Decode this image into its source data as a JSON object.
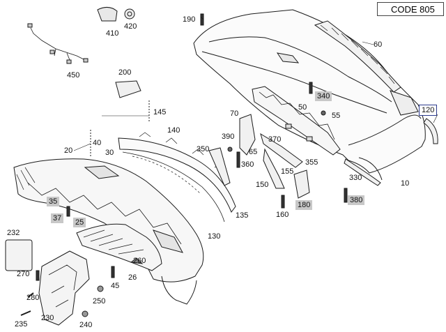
{
  "code_label": "CODE 805",
  "callouts": [
    {
      "id": "410",
      "text": "410"
    },
    {
      "id": "420",
      "text": "420"
    },
    {
      "id": "190",
      "text": "190"
    },
    {
      "id": "60",
      "text": "60"
    },
    {
      "id": "450",
      "text": "450"
    },
    {
      "id": "200",
      "text": "200"
    },
    {
      "id": "340",
      "text": "340",
      "highlight": true
    },
    {
      "id": "50",
      "text": "50"
    },
    {
      "id": "55",
      "text": "55"
    },
    {
      "id": "120",
      "text": "120",
      "boxed": true
    },
    {
      "id": "145",
      "text": "145"
    },
    {
      "id": "70",
      "text": "70"
    },
    {
      "id": "140",
      "text": "140"
    },
    {
      "id": "40",
      "text": "40"
    },
    {
      "id": "390",
      "text": "390"
    },
    {
      "id": "65",
      "text": "65"
    },
    {
      "id": "370",
      "text": "370"
    },
    {
      "id": "20",
      "text": "20"
    },
    {
      "id": "30",
      "text": "30"
    },
    {
      "id": "350",
      "text": "350"
    },
    {
      "id": "360",
      "text": "360"
    },
    {
      "id": "355",
      "text": "355"
    },
    {
      "id": "155",
      "text": "155"
    },
    {
      "id": "330",
      "text": "330"
    },
    {
      "id": "150",
      "text": "150"
    },
    {
      "id": "10",
      "text": "10"
    },
    {
      "id": "35",
      "text": "35",
      "highlight": true
    },
    {
      "id": "180",
      "text": "180",
      "highlight": true
    },
    {
      "id": "380",
      "text": "380",
      "highlight": true
    },
    {
      "id": "37",
      "text": "37",
      "highlight": true
    },
    {
      "id": "25",
      "text": "25",
      "highlight": true
    },
    {
      "id": "135",
      "text": "135"
    },
    {
      "id": "160",
      "text": "160"
    },
    {
      "id": "232",
      "text": "232"
    },
    {
      "id": "130",
      "text": "130"
    },
    {
      "id": "260",
      "text": "260"
    },
    {
      "id": "270",
      "text": "270"
    },
    {
      "id": "26",
      "text": "26"
    },
    {
      "id": "45",
      "text": "45"
    },
    {
      "id": "280",
      "text": "280"
    },
    {
      "id": "250",
      "text": "250"
    },
    {
      "id": "230",
      "text": "230"
    },
    {
      "id": "235",
      "text": "235"
    },
    {
      "id": "240",
      "text": "240"
    }
  ]
}
